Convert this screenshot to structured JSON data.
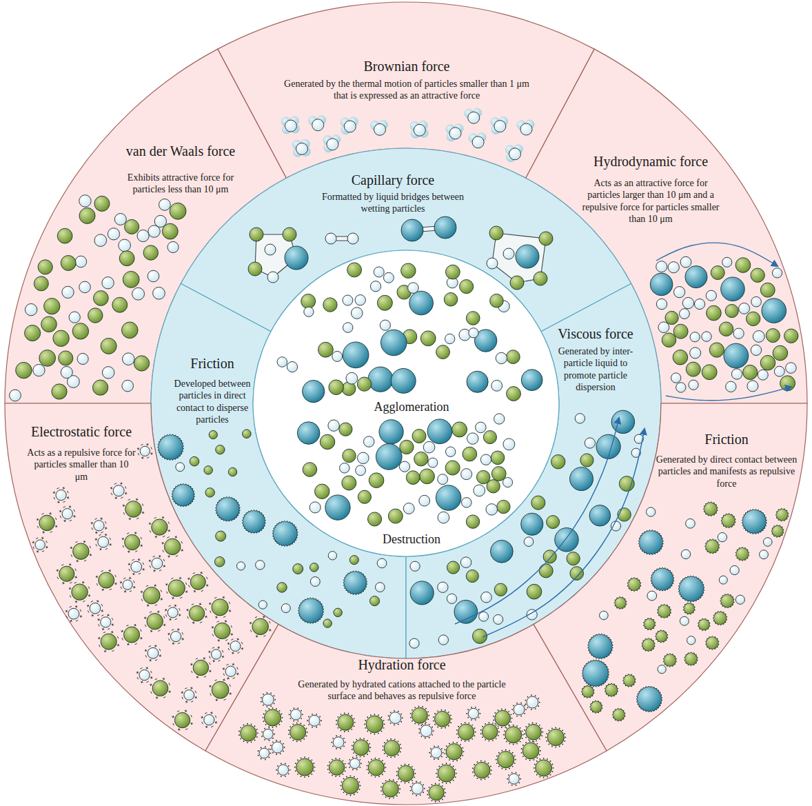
{
  "diagram": {
    "nodes": [
      {
        "text": [
          "Brownian force",
          "Generated by the thermal motion of particles smaller than 1 μm that is expressed as an attractive force"
        ]
      },
      {
        "text": [
          "van der Waals force",
          "Exhibits attractive force for particles less than 10 μm"
        ]
      },
      {
        "text": [
          "Hydrodynamic force",
          "Acts as an attractive force for particles larger than 10 μm and a repulsive force for particles smaller than 10 μm"
        ]
      },
      {
        "text": [
          "Capillary force",
          "Formatted by liquid bridges between wetting particles"
        ]
      },
      {
        "text": [
          "Friction",
          "Developed between particles in direct contact to disperse particles"
        ]
      },
      {
        "text": [
          "Viscous force",
          "Generated by inter-particle liquid to promote particle dispersion"
        ]
      },
      {
        "text": [
          "Electrostatic force",
          "Acts as a repulsive force for particles smaller than 10 μm"
        ]
      },
      {
        "text": [
          "Friction",
          "Generated by direct contact between particles and manifests as repulsive force"
        ]
      },
      {
        "text": [
          "Hydration force",
          "Generated by hydrated cations attached to the particle surface and behaves as repulsive force"
        ]
      },
      {
        "text": [
          "Agglomeration",
          "Destruction"
        ]
      }
    ]
  }
}
